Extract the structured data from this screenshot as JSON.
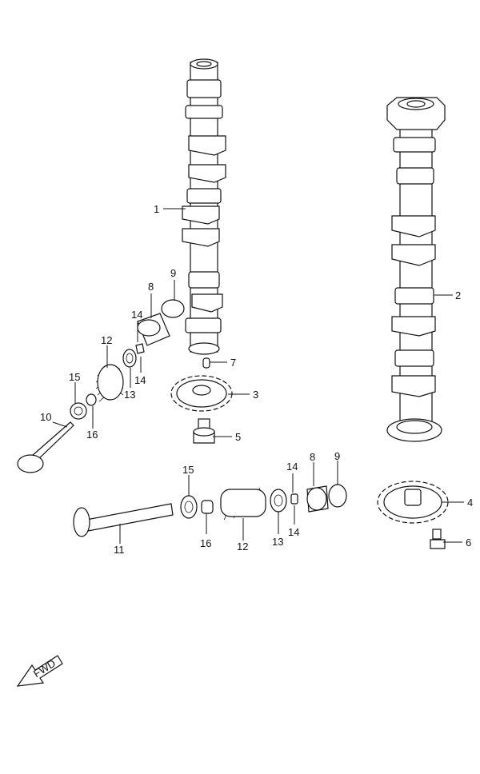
{
  "labels": [
    {
      "id": "callout-1",
      "text": "1"
    },
    {
      "id": "callout-2",
      "text": "2"
    },
    {
      "id": "callout-3",
      "text": "3"
    },
    {
      "id": "callout-4",
      "text": "4"
    },
    {
      "id": "callout-5",
      "text": "5"
    },
    {
      "id": "callout-6",
      "text": "6"
    },
    {
      "id": "callout-7",
      "text": "7"
    },
    {
      "id": "callout-8a",
      "text": "8"
    },
    {
      "id": "callout-9a",
      "text": "9"
    },
    {
      "id": "callout-14a",
      "text": "14"
    },
    {
      "id": "callout-12a",
      "text": "12"
    },
    {
      "id": "callout-14b",
      "text": "14"
    },
    {
      "id": "callout-13a",
      "text": "13"
    },
    {
      "id": "callout-15a",
      "text": "15"
    },
    {
      "id": "callout-10",
      "text": "10"
    },
    {
      "id": "callout-16a",
      "text": "16"
    },
    {
      "id": "callout-15b",
      "text": "15"
    },
    {
      "id": "callout-11",
      "text": "11"
    },
    {
      "id": "callout-16b",
      "text": "16"
    },
    {
      "id": "callout-12b",
      "text": "12"
    },
    {
      "id": "callout-13b",
      "text": "13"
    },
    {
      "id": "callout-14c",
      "text": "14"
    },
    {
      "id": "callout-14d",
      "text": "14"
    },
    {
      "id": "callout-8b",
      "text": "8"
    },
    {
      "id": "callout-9b",
      "text": "9"
    }
  ],
  "fwd_arrow_text": "FWD"
}
